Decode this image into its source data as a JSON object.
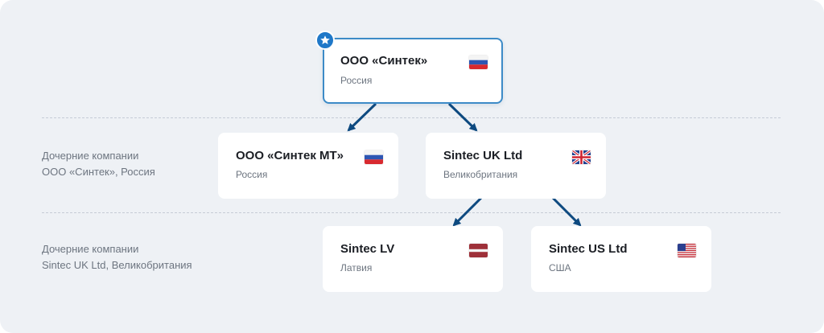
{
  "levels": [
    {
      "label_line1": "",
      "label_line2": ""
    },
    {
      "label_line1": "Дочерние компании",
      "label_line2": "ООО «Синтек», Россия"
    },
    {
      "label_line1": "Дочерние компании",
      "label_line2": "Sintec UK Ltd, Великобритания"
    }
  ],
  "companies": {
    "root": {
      "name": "ООО «Синтек»",
      "country": "Россия",
      "flag": "russia-flag",
      "head_company": true
    },
    "sintec_mt": {
      "name": "ООО «Синтек МТ»",
      "country": "Россия",
      "flag": "russia-flag"
    },
    "sintec_uk": {
      "name": "Sintec UK Ltd",
      "country": "Великобритания",
      "flag": "uk-flag"
    },
    "sintec_lv": {
      "name": "Sintec LV",
      "country": "Латвия",
      "flag": "latvia-flag"
    },
    "sintec_us": {
      "name": "Sintec US Ltd",
      "country": "США",
      "flag": "usa-flag"
    }
  },
  "links": [
    {
      "from": "root",
      "to": "sintec_mt"
    },
    {
      "from": "root",
      "to": "sintec_uk"
    },
    {
      "from": "sintec_uk",
      "to": "sintec_lv"
    },
    {
      "from": "sintec_uk",
      "to": "sintec_us"
    }
  ],
  "colors": {
    "background": "#eef1f5",
    "card": "#ffffff",
    "accent": "#3d8bc7",
    "arrow": "#0e4a80",
    "badge": "#1f78c8"
  }
}
